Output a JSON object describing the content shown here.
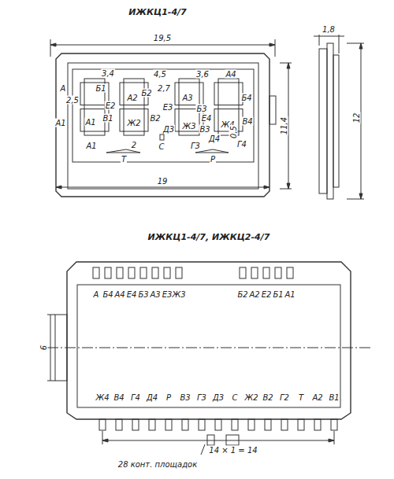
{
  "diagram": {
    "title": "ИЖКЦ1-4/7",
    "labels": [
      "19,5",
      "1,8",
      "3,4",
      "4,5",
      "3,6",
      "А4",
      "А",
      "Б1",
      "2,7",
      "Б2",
      "2,5",
      "Е2",
      "А2",
      "Е3",
      "А3",
      "Б3",
      "Е4",
      "Б4",
      "А1",
      "А1",
      "В1",
      "Ж2",
      "В2",
      "Ж3",
      "В3",
      "Ж4",
      "В4",
      "Д3",
      "А1",
      "2",
      "Т",
      "С",
      "Г3",
      "Д4",
      "Г4",
      "0,5",
      "Р",
      "19",
      "11,4",
      "12",
      "ИЖКЦ1-4/7, ИЖКЦ2-4/7",
      "А",
      "Б4",
      "А4",
      "Е4",
      "Б3",
      "А3",
      "Е3",
      "Ж3",
      "Б2",
      "А2",
      "Е2",
      "Б1",
      "А1",
      "Ж4",
      "В4",
      "Г4",
      "Д4",
      "Р",
      "В3",
      "Г3",
      "Д3",
      "С",
      "Ж2",
      "В2",
      "Г2",
      "Т",
      "А2",
      "В1",
      "6",
      "14 × 1 = 14",
      "28 конт. площадок"
    ]
  }
}
